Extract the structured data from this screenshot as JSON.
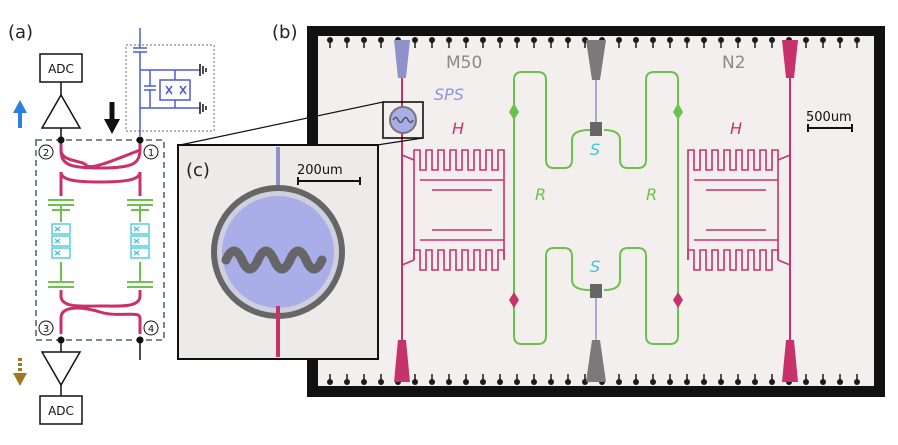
{
  "panels": {
    "a": "(a)",
    "b": "(b)",
    "c": "(c)"
  },
  "circuit": {
    "adc_top": "ADC",
    "adc_bottom": "ADC",
    "ports": [
      "2",
      "1",
      "3",
      "4"
    ]
  },
  "chip": {
    "corner_left": "M50",
    "corner_right": "N2",
    "sps_label": "SPS",
    "h_left": "H",
    "h_right": "H",
    "r_left": "R",
    "r_right": "R",
    "s_top": "S",
    "s_bottom": "S",
    "scale_bar": "500um"
  },
  "inset": {
    "scale_bar": "200um"
  },
  "colors": {
    "hybrid": "#c8326a",
    "resonator": "#6cc24a",
    "squid": "#3ec6d6",
    "pump": "#4a5ad6",
    "arrow_up": "#2b7fe0",
    "arrow_down_dashed": "#a07820",
    "chip_bg": "#f2efee",
    "chip_frame": "#111111",
    "sps_fill": "#a9aee8"
  }
}
